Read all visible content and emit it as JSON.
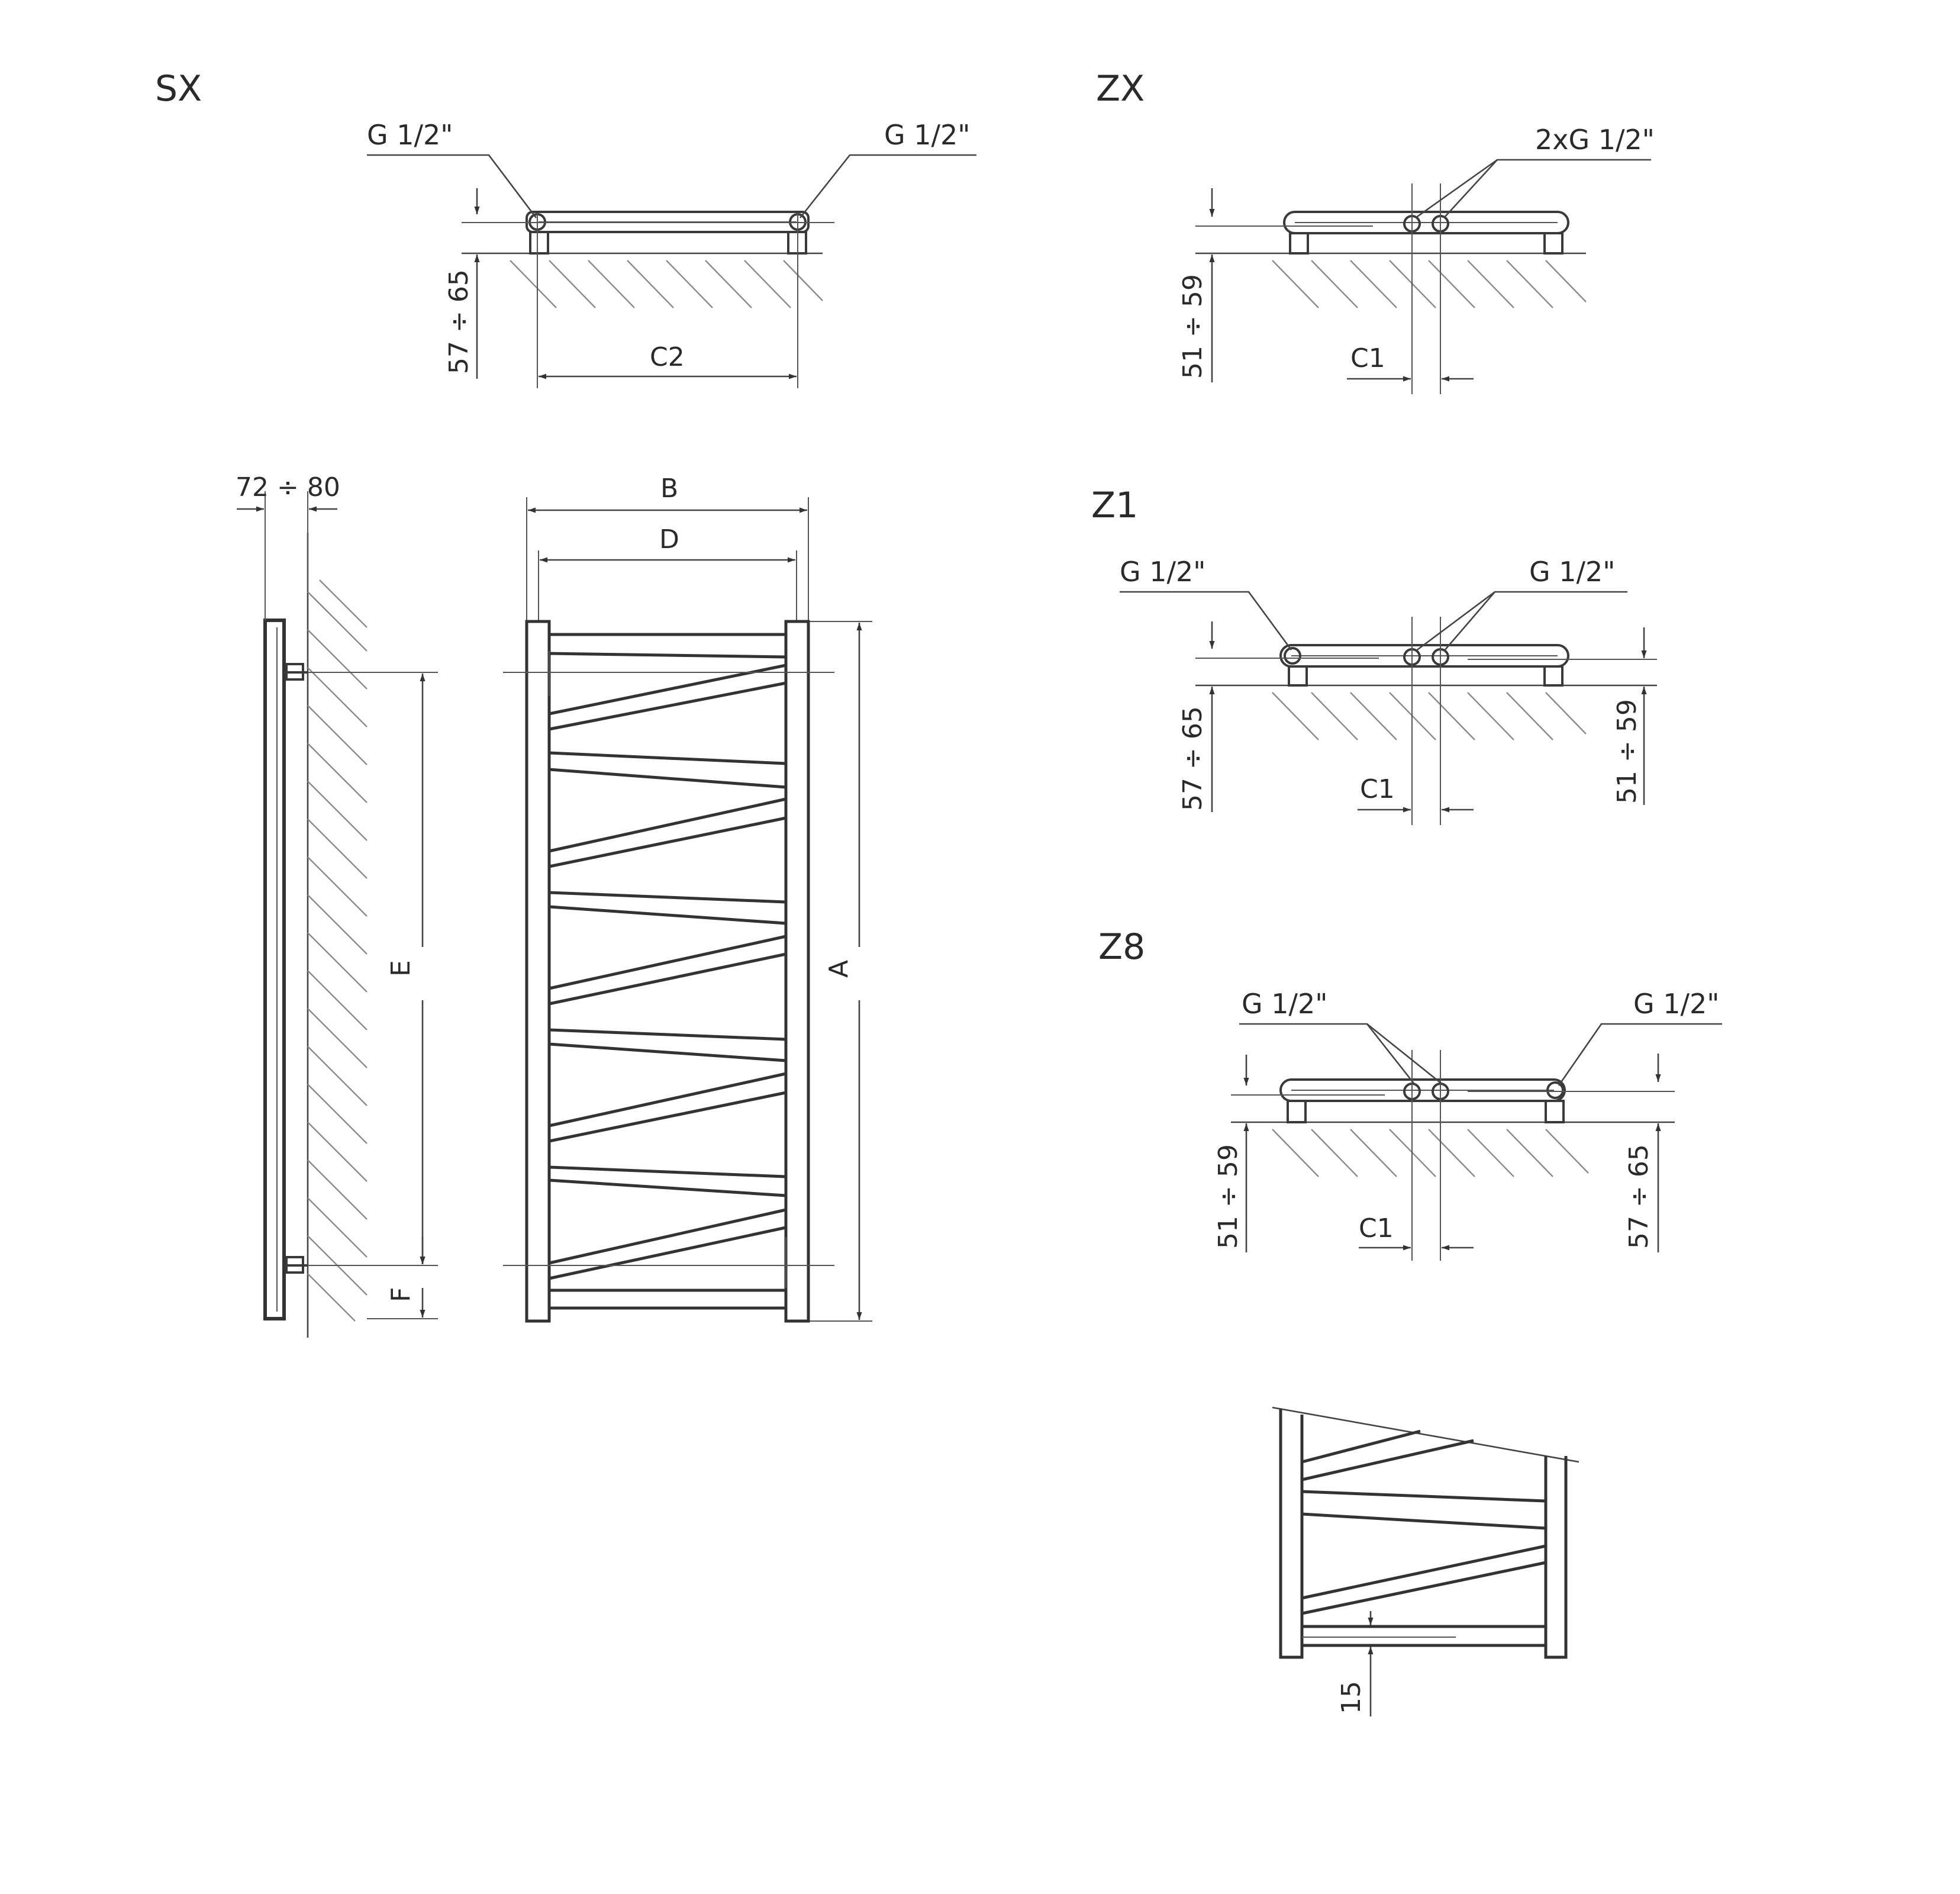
{
  "views": {
    "sx": {
      "title": "SX",
      "conn_left": "G 1/2\"",
      "conn_right": "G 1/2\"",
      "height_dim": "57 ÷ 65",
      "spacing_dim": "C2"
    },
    "zx": {
      "title": "ZX",
      "conn": "2xG 1/2\"",
      "height_dim": "51 ÷ 59",
      "spacing_dim": "C1"
    },
    "z1": {
      "title": "Z1",
      "conn_left": "G 1/2\"",
      "conn_right": "G 1/2\"",
      "height_left": "57 ÷ 65",
      "height_right": "51 ÷ 59",
      "spacing_dim": "C1"
    },
    "z8": {
      "title": "Z8",
      "conn_left": "G 1/2\"",
      "conn_right": "G 1/2\"",
      "height_left": "51 ÷ 59",
      "height_right": "57 ÷ 65",
      "spacing_dim": "C1"
    },
    "side": {
      "depth_dim": "72 ÷ 80",
      "dim_e": "E",
      "dim_f": "F"
    },
    "front": {
      "dim_b": "B",
      "dim_d": "D",
      "dim_a": "A"
    },
    "detail": {
      "gap_dim": "15"
    }
  }
}
